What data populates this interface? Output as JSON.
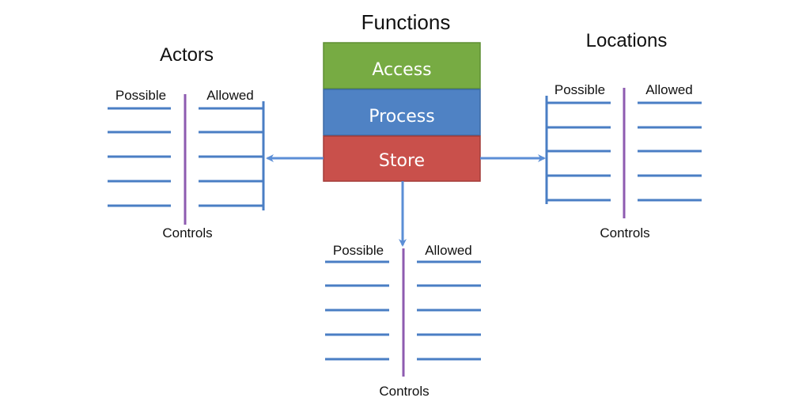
{
  "functions": {
    "title": "Functions",
    "layers": [
      {
        "label": "Access",
        "color": "#77ab43",
        "border": "#5f8f33"
      },
      {
        "label": "Process",
        "color": "#4f82c4",
        "border": "#3c6aa5"
      },
      {
        "label": "Store",
        "color": "#c9504b",
        "border": "#a33c39"
      }
    ]
  },
  "actors": {
    "title": "Actors",
    "possible_label": "Possible",
    "allowed_label": "Allowed",
    "controls_label": "Controls"
  },
  "locations": {
    "title": "Locations",
    "possible_label": "Possible",
    "allowed_label": "Allowed",
    "controls_label": "Controls"
  },
  "bottom": {
    "possible_label": "Possible",
    "allowed_label": "Allowed",
    "controls_label": "Controls"
  },
  "colors": {
    "list_line": "#4a7ec4",
    "divider": "#8e5bb0",
    "arrow": "#5b8ed6"
  }
}
